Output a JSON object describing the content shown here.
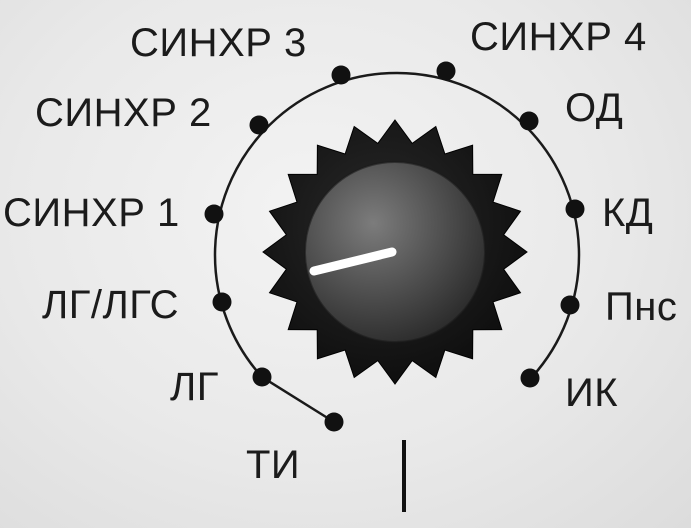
{
  "selector": {
    "positions": [
      {
        "key": "ti",
        "label": "ТИ"
      },
      {
        "key": "lg",
        "label": "ЛГ"
      },
      {
        "key": "lg_lgs",
        "label": "ЛГ/ЛГС"
      },
      {
        "key": "sync1",
        "label": "СИНХР 1"
      },
      {
        "key": "sync2",
        "label": "СИНХР 2"
      },
      {
        "key": "sync3",
        "label": "СИНХР 3"
      },
      {
        "key": "sync4",
        "label": "СИНХР 4"
      },
      {
        "key": "od",
        "label": "ОД"
      },
      {
        "key": "kd",
        "label": "КД"
      },
      {
        "key": "pns",
        "label": "Пнс"
      },
      {
        "key": "ik",
        "label": "ИК"
      }
    ],
    "selected": "sync1"
  },
  "colors": {
    "panel": "#e9e9e9",
    "text": "#1b1b1b",
    "knob_body": "#121212",
    "knob_cap": "#555555",
    "pointer": "#ffffff"
  }
}
